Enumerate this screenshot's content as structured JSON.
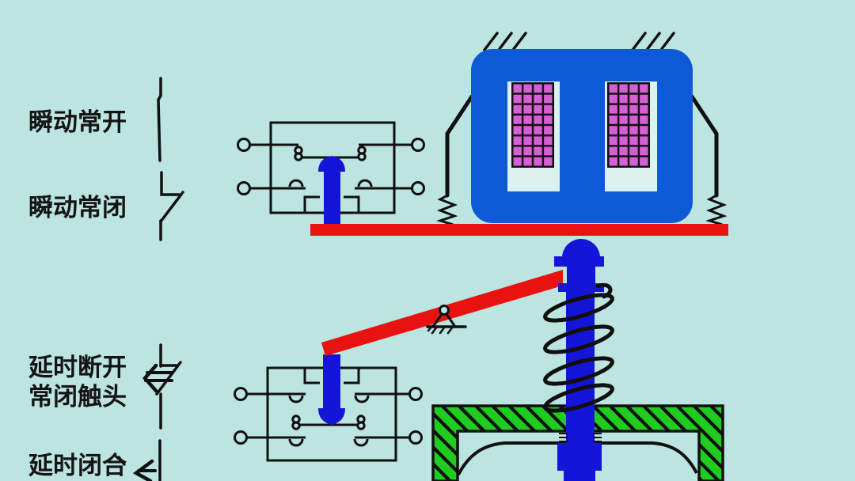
{
  "diagram": {
    "labels": {
      "instant_no": "瞬动常开",
      "instant_nc": "瞬动常闭",
      "delay_open_line1": "延时断开",
      "delay_open_line2": "常闭触头",
      "delay_close": "延时闭合"
    },
    "colors": {
      "background": "#BCE4E0",
      "core_blue": "#0E59D6",
      "actuator_blue": "#1515D8",
      "armature_red": "#E81210",
      "coil_magenta": "#D55FD5",
      "base_green": "#21CC21",
      "slot_light": "#DCF2EE",
      "line_black": "#101010"
    },
    "coil": {
      "rows": 8,
      "cols": 4,
      "cell_color": "#D55FD5",
      "grid_color": "#101010"
    }
  }
}
